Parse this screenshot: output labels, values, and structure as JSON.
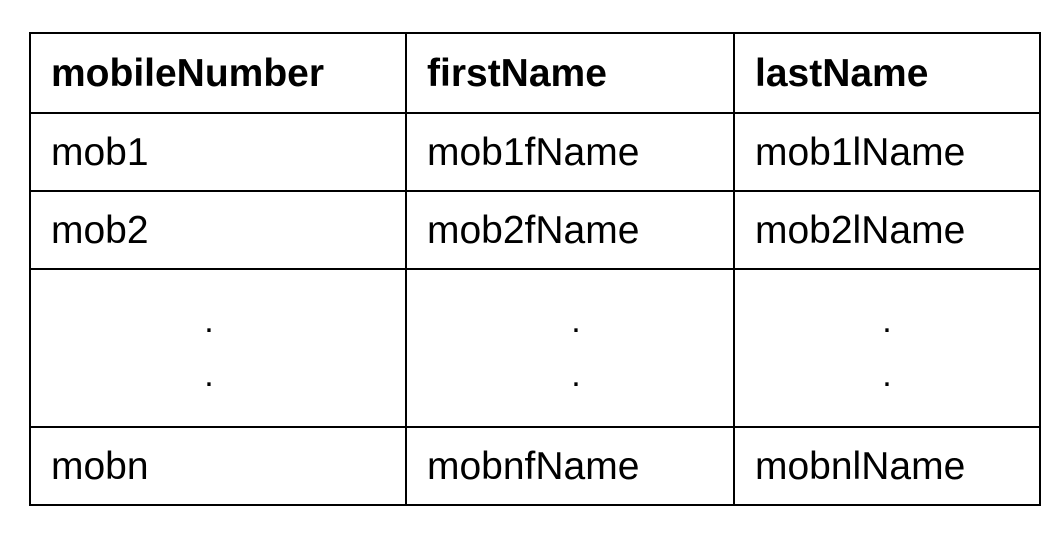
{
  "table": {
    "headers": [
      "mobileNumber",
      "firstName",
      "lastName"
    ],
    "rows": [
      [
        "mob1",
        "mob1fName",
        "mob1lName"
      ],
      [
        "mob2",
        "mob2fName",
        "mob2lName"
      ]
    ],
    "ellipsis": [
      ".",
      ".",
      ".",
      ".",
      ".",
      "."
    ],
    "last_row": [
      "mobn",
      "mobnfName",
      "mobnlName"
    ]
  }
}
